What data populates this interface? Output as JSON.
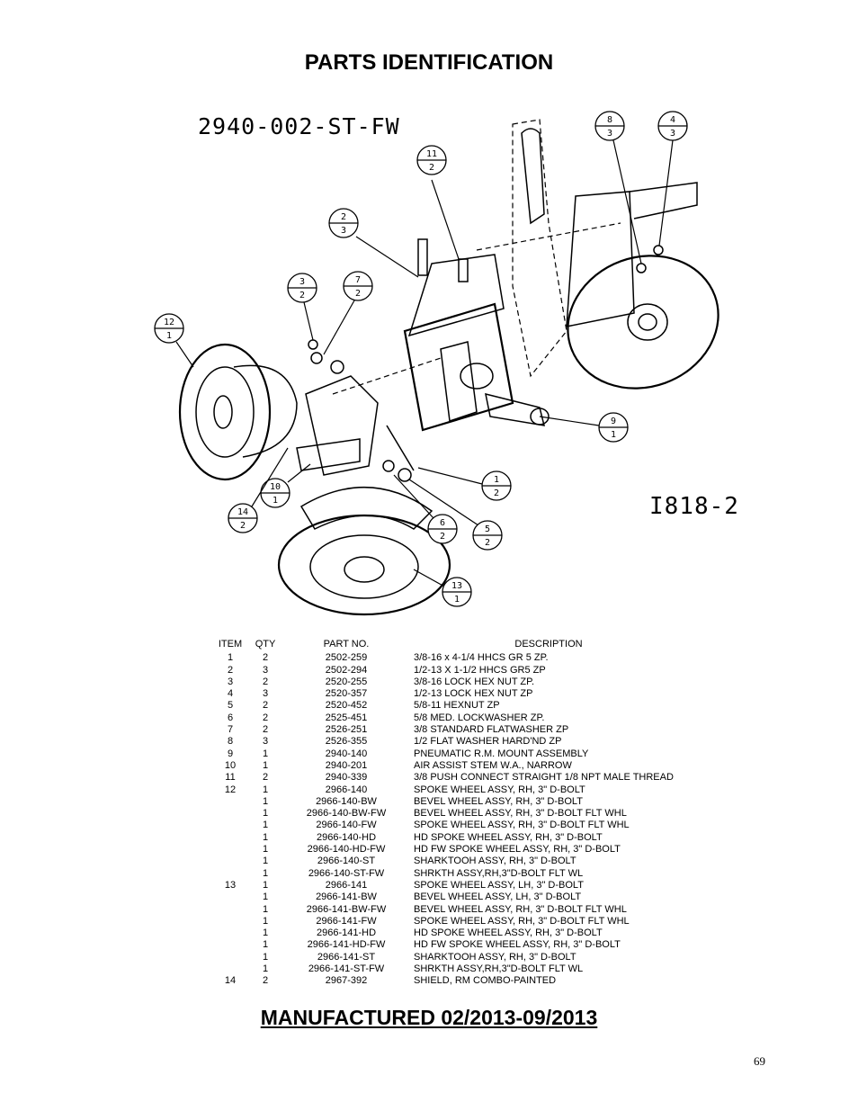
{
  "page": {
    "title": "PARTS IDENTIFICATION",
    "assembly_code": "2940-002-ST-FW",
    "drawing_number": "I818-2",
    "manufactured": "MANUFACTURED 02/2013-09/2013",
    "page_number": "69"
  },
  "balloons": [
    {
      "item": "11",
      "qty": "2"
    },
    {
      "item": "8",
      "qty": "3"
    },
    {
      "item": "4",
      "qty": "3"
    },
    {
      "item": "2",
      "qty": "3"
    },
    {
      "item": "3",
      "qty": "2"
    },
    {
      "item": "7",
      "qty": "2"
    },
    {
      "item": "12",
      "qty": "1"
    },
    {
      "item": "9",
      "qty": "1"
    },
    {
      "item": "1",
      "qty": "2"
    },
    {
      "item": "10",
      "qty": "1"
    },
    {
      "item": "14",
      "qty": "2"
    },
    {
      "item": "6",
      "qty": "2"
    },
    {
      "item": "5",
      "qty": "2"
    },
    {
      "item": "13",
      "qty": "1"
    }
  ],
  "table": {
    "headers": {
      "item": "ITEM",
      "qty": "QTY",
      "part": "PART NO.",
      "desc": "DESCRIPTION"
    },
    "rows": [
      {
        "item": "1",
        "qty": "2",
        "part": "2502-259",
        "desc": "3/8-16 x 4-1/4 HHCS GR 5 ZP."
      },
      {
        "item": "2",
        "qty": "3",
        "part": "2502-294",
        "desc": "1/2-13 X 1-1/2 HHCS GR5 ZP"
      },
      {
        "item": "3",
        "qty": "2",
        "part": "2520-255",
        "desc": "3/8-16 LOCK HEX NUT ZP."
      },
      {
        "item": "4",
        "qty": "3",
        "part": "2520-357",
        "desc": "1/2-13 LOCK HEX NUT ZP"
      },
      {
        "item": "5",
        "qty": "2",
        "part": "2520-452",
        "desc": "5/8-11 HEXNUT ZP"
      },
      {
        "item": "6",
        "qty": "2",
        "part": "2525-451",
        "desc": "5/8 MED. LOCKWASHER ZP."
      },
      {
        "item": "7",
        "qty": "2",
        "part": "2526-251",
        "desc": "3/8 STANDARD FLATWASHER ZP"
      },
      {
        "item": "8",
        "qty": "3",
        "part": "2526-355",
        "desc": "1/2 FLAT WASHER HARD'ND ZP"
      },
      {
        "item": "9",
        "qty": "1",
        "part": "2940-140",
        "desc": "PNEUMATIC R.M. MOUNT ASSEMBLY"
      },
      {
        "item": "10",
        "qty": "1",
        "part": "2940-201",
        "desc": "AIR ASSIST STEM W.A., NARROW"
      },
      {
        "item": "11",
        "qty": "2",
        "part": "2940-339",
        "desc": "3/8 PUSH CONNECT STRAIGHT 1/8 NPT MALE THREAD"
      },
      {
        "item": "12",
        "qty": "1",
        "part": "2966-140",
        "desc": "SPOKE WHEEL ASSY, RH, 3\" D-BOLT"
      },
      {
        "item": "",
        "qty": "1",
        "part": "2966-140-BW",
        "desc": "BEVEL WHEEL ASSY, RH, 3\" D-BOLT"
      },
      {
        "item": "",
        "qty": "1",
        "part": "2966-140-BW-FW",
        "desc": "BEVEL WHEEL ASSY, RH, 3\" D-BOLT FLT WHL"
      },
      {
        "item": "",
        "qty": "1",
        "part": "2966-140-FW",
        "desc": "SPOKE WHEEL ASSY, RH, 3\" D-BOLT FLT WHL"
      },
      {
        "item": "",
        "qty": "1",
        "part": "2966-140-HD",
        "desc": "HD SPOKE WHEEL ASSY, RH, 3\" D-BOLT"
      },
      {
        "item": "",
        "qty": "1",
        "part": "2966-140-HD-FW",
        "desc": "HD FW SPOKE WHEEL ASSY, RH, 3\" D-BOLT"
      },
      {
        "item": "",
        "qty": "1",
        "part": "2966-140-ST",
        "desc": "SHARKTOOH ASSY, RH, 3\" D-BOLT"
      },
      {
        "item": "",
        "qty": "1",
        "part": "2966-140-ST-FW",
        "desc": "SHRKTH ASSY,RH,3\"D-BOLT FLT WL"
      },
      {
        "item": "13",
        "qty": "1",
        "part": "2966-141",
        "desc": "SPOKE WHEEL ASSY, LH, 3\" D-BOLT"
      },
      {
        "item": "",
        "qty": "1",
        "part": "2966-141-BW",
        "desc": "BEVEL WHEEL ASSY, LH, 3\" D-BOLT"
      },
      {
        "item": "",
        "qty": "1",
        "part": "2966-141-BW-FW",
        "desc": "BEVEL WHEEL ASSY, RH, 3\" D-BOLT FLT WHL"
      },
      {
        "item": "",
        "qty": "1",
        "part": "2966-141-FW",
        "desc": "SPOKE WHEEL ASSY, RH, 3\" D-BOLT FLT WHL"
      },
      {
        "item": "",
        "qty": "1",
        "part": "2966-141-HD",
        "desc": "HD SPOKE WHEEL ASSY, RH, 3\" D-BOLT"
      },
      {
        "item": "",
        "qty": "1",
        "part": "2966-141-HD-FW",
        "desc": "HD FW SPOKE WHEEL ASSY, RH, 3\" D-BOLT"
      },
      {
        "item": "",
        "qty": "1",
        "part": "2966-141-ST",
        "desc": "SHARKTOOH ASSY, RH, 3\" D-BOLT"
      },
      {
        "item": "",
        "qty": "1",
        "part": "2966-141-ST-FW",
        "desc": "SHRKTH ASSY,RH,3\"D-BOLT FLT WL"
      },
      {
        "item": "14",
        "qty": "2",
        "part": "2967-392",
        "desc": "SHIELD, RM COMBO-PAINTED"
      }
    ]
  }
}
